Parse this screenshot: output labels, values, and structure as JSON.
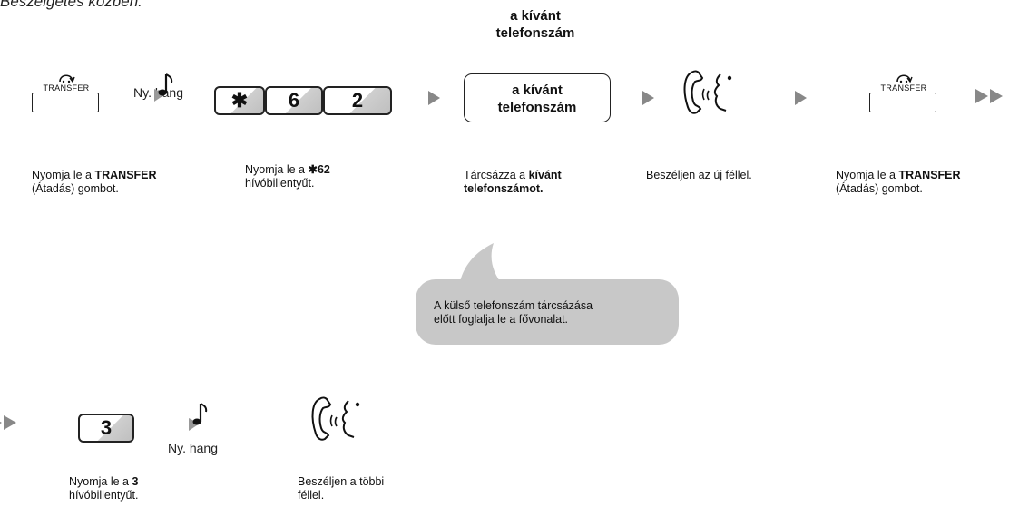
{
  "heading": {
    "text": "Beszélgetés közben:"
  },
  "top_label": {
    "line1": "a kívánt",
    "line2": "telefonszám"
  },
  "transfer_key": {
    "label": "TRANSFER"
  },
  "tone": {
    "short_text": "Ny. hang",
    "text": "Ny. hang"
  },
  "keys": {
    "star": "✱",
    "six": "6",
    "two": "2",
    "three": "3"
  },
  "number_box": {
    "line1": "a kívánt",
    "line2": "telefonszám"
  },
  "captions": {
    "step1": {
      "pre": "Nyomja le a ",
      "bold": "TRANSFER",
      "post": "(Átadás) gombot."
    },
    "step2": {
      "pre": "Nyomja le a ",
      "bold": "✱62",
      "post": "hívóbillentyűt."
    },
    "step3": {
      "pre": "Tárcsázza a ",
      "bold1": "kívánt",
      "bold2": "telefonszámot."
    },
    "step4": {
      "text": "Beszéljen az új féllel."
    },
    "step5": {
      "pre": "Nyomja le a ",
      "bold": "TRANSFER",
      "post": "(Átadás) gombot."
    },
    "step6": {
      "pre": "Nyomja le a ",
      "bold": "3",
      "post": "hívóbillentyűt."
    },
    "step7": {
      "line1": "Beszéljen a többi",
      "line2": "féllel."
    }
  },
  "note_bubble": {
    "line1": "A külső telefonszám tárcsázása",
    "line2": "előtt foglalja le a fővonalat."
  },
  "colors": {
    "arrow": "#888888",
    "bubble": "#c8c8c8",
    "key_shade": "#bfbfbf"
  },
  "icons": [
    "transfer-key-icon",
    "tone-note-icon",
    "arrow-icon",
    "handset-talk-icon",
    "double-arrow-icon"
  ]
}
